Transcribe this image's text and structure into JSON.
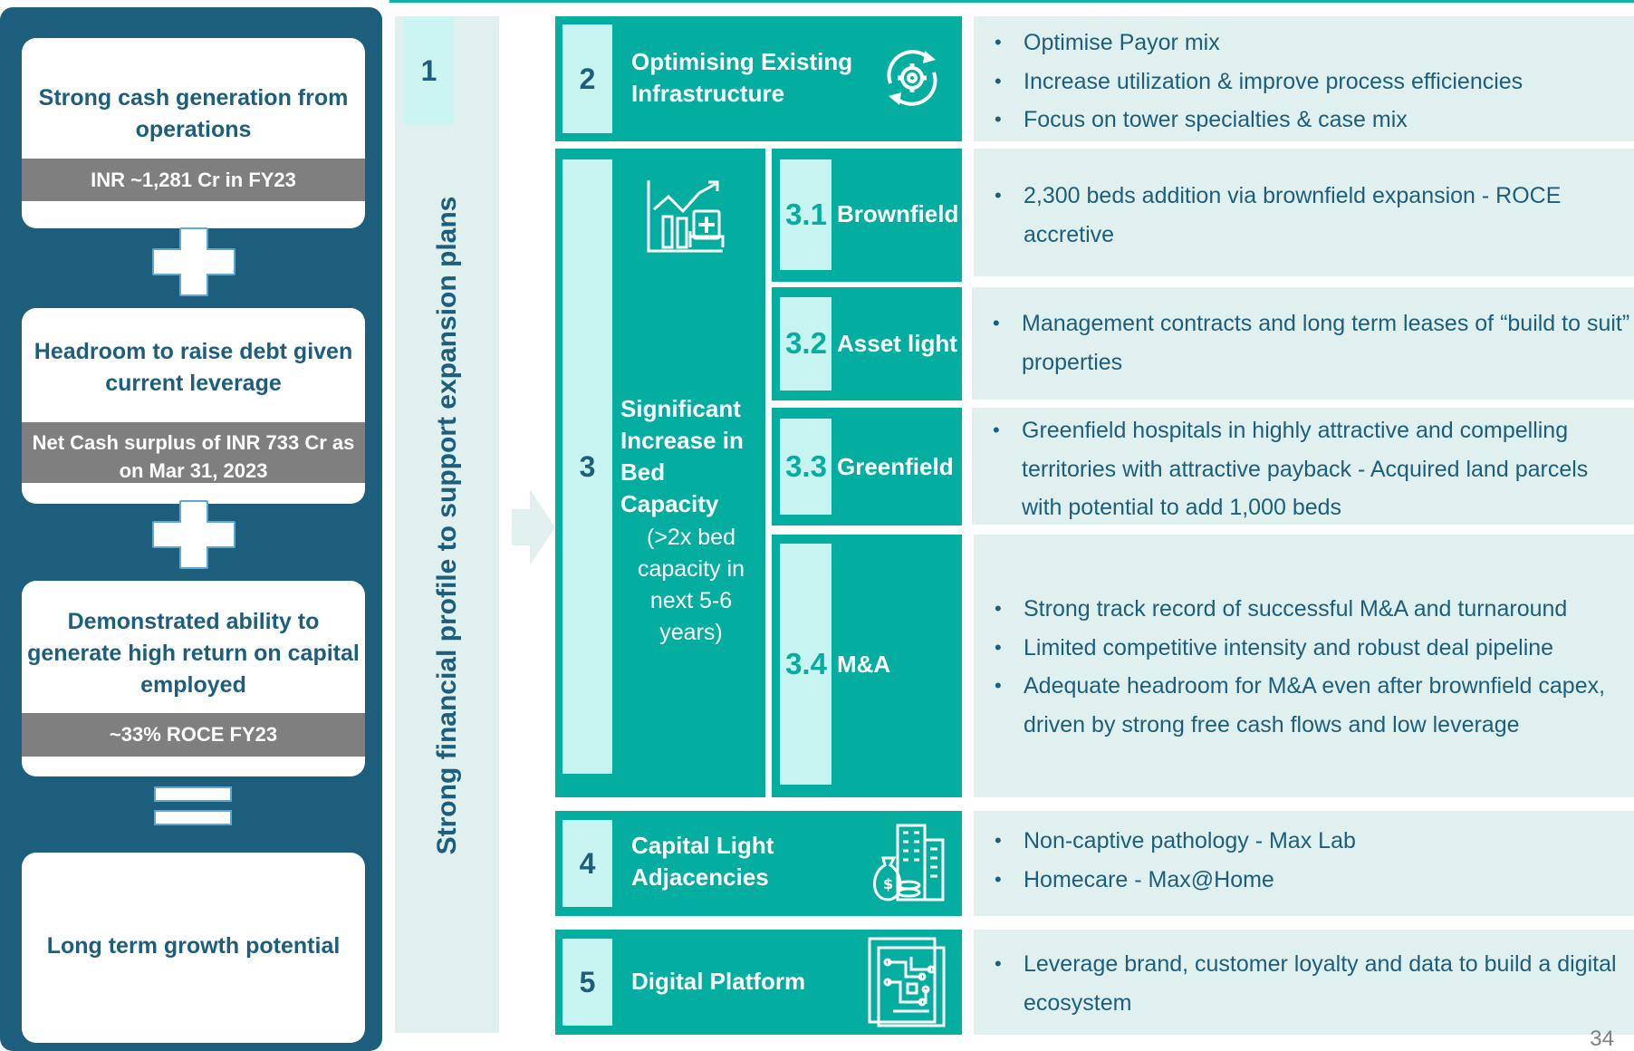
{
  "left_panel": {
    "cards": [
      {
        "title": "Strong cash generation from operations",
        "band": "INR ~1,281 Cr in FY23"
      },
      {
        "title": "Headroom to raise debt given current leverage",
        "band": "Net Cash surplus of INR 733 Cr as on Mar 31, 2023"
      },
      {
        "title": "Demonstrated ability to generate high return on capital employed",
        "band": "~33% ROCE FY23"
      },
      {
        "title": "Long term growth potential",
        "band": ""
      }
    ],
    "operators": [
      "plus",
      "plus",
      "equals"
    ]
  },
  "middle": {
    "step_number": "1",
    "vertical_text": "Strong financial profile to support expansion plans"
  },
  "blocks": [
    {
      "number": "2",
      "label": "Optimising Existing Infrastructure",
      "icon": "gear-refresh-icon",
      "bullets": [
        "Optimise Payor mix",
        "Increase utilization & improve process efficiencies",
        "Focus on tower specialties & case mix"
      ]
    },
    {
      "number": "3",
      "label": "Significant Increase in Bed Capacity",
      "note": "(>2x bed capacity in next 5-6 years)",
      "icon": "hospital-growth-icon",
      "sub_items": [
        {
          "number": "3.1",
          "label": "Brownfield",
          "bullets": [
            "2,300 beds addition via brownfield expansion - ROCE accretive"
          ]
        },
        {
          "number": "3.2",
          "label": "Asset light",
          "bullets": [
            "Management contracts and long term leases of “build to suit” properties"
          ]
        },
        {
          "number": "3.3",
          "label": "Greenfield",
          "bullets": [
            "Greenfield hospitals in highly attractive and compelling territories with attractive payback - Acquired land parcels with potential to add 1,000 beds"
          ]
        },
        {
          "number": "3.4",
          "label": "M&A",
          "bullets": [
            "Strong track record of successful M&A and turnaround",
            "Limited competitive intensity and robust deal pipeline",
            "Adequate headroom for M&A even after brownfield capex, driven by strong free cash flows and low leverage"
          ]
        }
      ]
    },
    {
      "number": "4",
      "label": "Capital Light Adjacencies",
      "icon": "money-bag-building-icon",
      "bullets": [
        "Non-captive pathology - Max Lab",
        "Homecare - Max@Home"
      ]
    },
    {
      "number": "5",
      "label": "Digital Platform",
      "icon": "circuit-board-icon",
      "bullets": [
        "Leverage brand, customer loyalty and data to build a digital ecosystem"
      ]
    }
  ],
  "page_number": "34",
  "colors": {
    "navy": "#1d5e7c",
    "teal": "#03ada0",
    "light_teal": "#c7f4f0",
    "pale": "#dff0ee",
    "gray": "#7f7f7f"
  }
}
